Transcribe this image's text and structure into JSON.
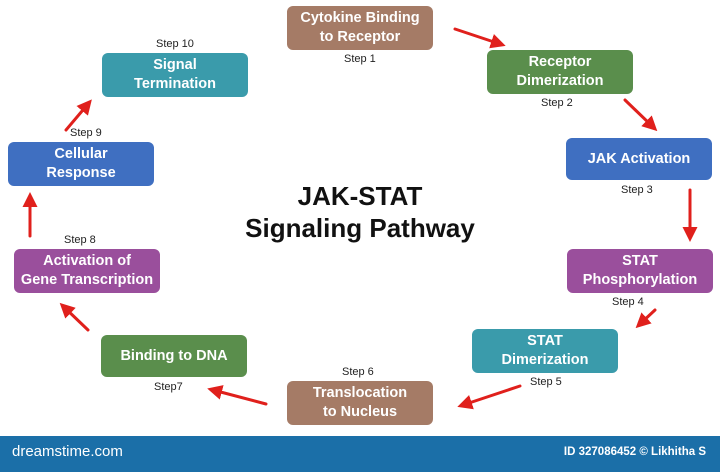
{
  "title": {
    "line1": "JAK-STAT",
    "line2": "Signaling Pathway"
  },
  "steps": [
    {
      "label": "Cytokine Binding\nto Receptor",
      "step": "Step 1",
      "color": "#a57b66"
    },
    {
      "label": "Receptor\nDimerization",
      "step": "Step 2",
      "color": "#5a8e4c"
    },
    {
      "label": "JAK Activation",
      "step": "Step 3",
      "color": "#3f6fc1"
    },
    {
      "label": "STAT\nPhosphorylation",
      "step": "Step 4",
      "color": "#9a4f9c"
    },
    {
      "label": "STAT\nDimerization",
      "step": "Step 5",
      "color": "#3a9bab"
    },
    {
      "label": "Translocation\nto Nucleus",
      "step": "Step 6",
      "color": "#a57b66"
    },
    {
      "label": "Binding to DNA",
      "step": "Step7",
      "color": "#5a8e4c"
    },
    {
      "label": "Activation of\nGene Transcription",
      "step": "Step 8",
      "color": "#9a4f9c"
    },
    {
      "label": "Cellular\nResponse",
      "step": "Step 9",
      "color": "#3f6fc1"
    },
    {
      "label": "Signal\nTermination",
      "step": "Step 10",
      "color": "#3a9bab"
    }
  ],
  "arrow_color": "#e0201c",
  "footer": {
    "brand": "dreamstime.com",
    "credit": "ID 327086452 © Likhitha S",
    "background": "#1b6fa8"
  }
}
